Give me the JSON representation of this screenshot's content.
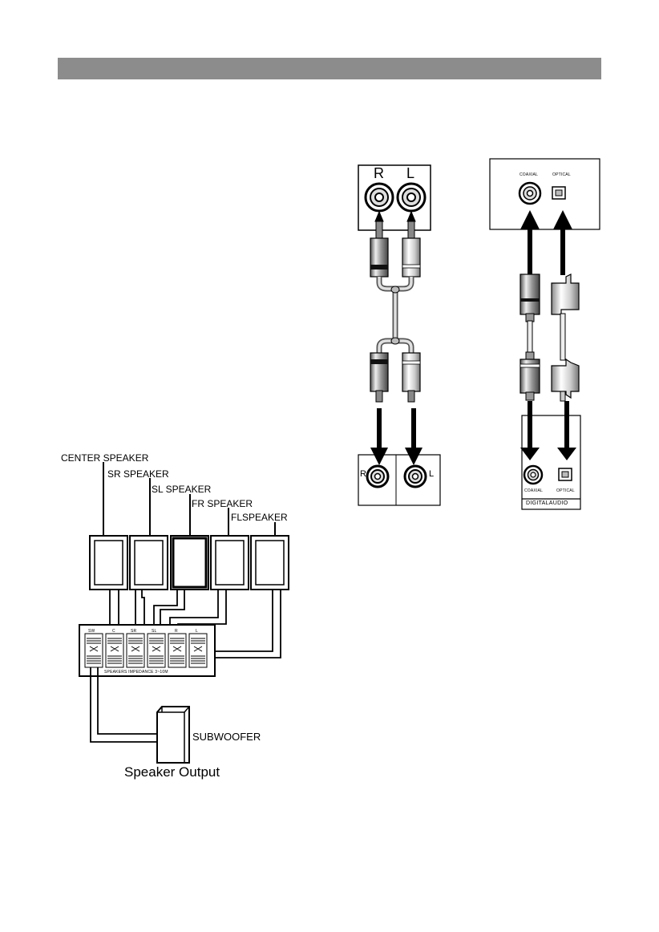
{
  "page": {
    "background": "#ffffff",
    "header_bar_color": "#8c8c8c"
  },
  "speaker_diagram": {
    "speakers": [
      {
        "label": "CENTER SPEAKER"
      },
      {
        "label": "SR SPEAKER"
      },
      {
        "label": "SL SPEAKER"
      },
      {
        "label": "FR SPEAKER"
      },
      {
        "label": "FLSPEAKER"
      }
    ],
    "terminal_labels": [
      "SW",
      "C",
      "SR",
      "SL",
      "R",
      "L"
    ],
    "terminal_caption": "SPEAKERS   IMPEDANCE 3~10M",
    "subwoofer_label": "SUBWOOFER",
    "caption": "Speaker Output"
  },
  "analog_diagram": {
    "top_labels": {
      "right": "R",
      "left": "L"
    },
    "bottom_labels": {
      "right": "R",
      "left": "L"
    }
  },
  "digital_diagram": {
    "top_labels": {
      "coaxial": "COAXIAL",
      "optical": "OPTICAL"
    },
    "bottom_labels": {
      "coaxial": "COAXIAL",
      "optical": "OPTICAL"
    },
    "caption": "DIGITALAUDIO"
  }
}
